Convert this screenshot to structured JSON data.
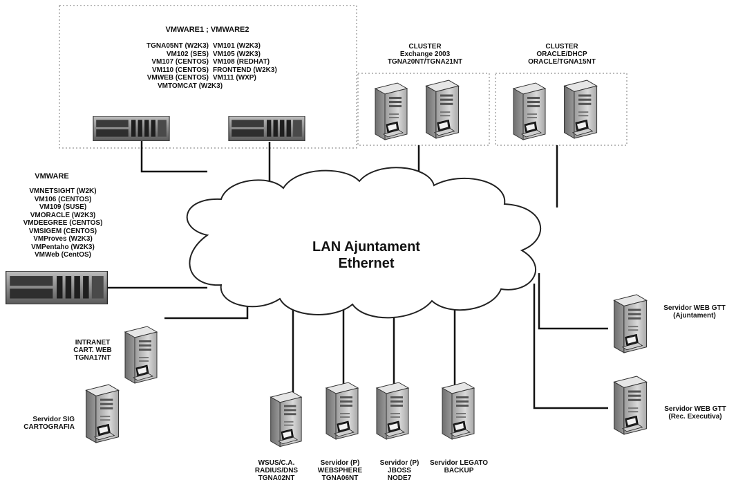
{
  "lan": {
    "line1": "LAN Ajuntament",
    "line2": "Ethernet"
  },
  "vmware12": {
    "title": "VMWARE1 ; VMWARE2",
    "left_col": [
      "TGNA05NT (W2K3)",
      "VM102 (SES)",
      "VM107 (CENTOS)",
      "VM110 (CENTOS)",
      "VMWEB (CENTOS)",
      "VMTOMCAT (W2K3)"
    ],
    "right_col": [
      "VM101 (W2K3)",
      "VM105 (W2K3)",
      "VM108 (REDHAT)",
      "FRONTEND (W2K3)",
      "VM111 (WXP)"
    ]
  },
  "cluster_exchange": {
    "line1": "CLUSTER",
    "line2": "Exchange 2003",
    "line3": "TGNA20NT/TGNA21NT"
  },
  "cluster_oracle": {
    "line1": "CLUSTER",
    "line2": "ORACLE/DHCP",
    "line3": "ORACLE/TGNA15NT"
  },
  "vmware": {
    "title": "VMWARE",
    "items": [
      "VMNETSIGHT (W2K)",
      "VM106 (CENTOS)",
      "VM109 (SUSE)",
      "VMORACLE (W2K3)",
      "VMDEEGREE (CENTOS)",
      "VMSIGEM (CENTOS)",
      "VMProves (W2K3)",
      "VMPentaho (W2K3)",
      "VMWeb (CentOS)"
    ]
  },
  "intranet": {
    "line1": "INTRANET",
    "line2": "CART. WEB",
    "line3": "TGNA17NT"
  },
  "sig": {
    "line1": "Servidor SIG",
    "line2": "CARTOGRAFIA"
  },
  "wsus": {
    "line1": "WSUS/C.A.",
    "line2": "RADIUS/DNS",
    "line3": "TGNA02NT"
  },
  "websphere": {
    "line1": "Servidor (P)",
    "line2": "WEBSPHERE",
    "line3": "TGNA06NT"
  },
  "jboss": {
    "line1": "Servidor (P)",
    "line2": "JBOSS",
    "line3": "NODE7"
  },
  "legato": {
    "line1": "Servidor LEGATO",
    "line2": "BACKUP"
  },
  "web_gtt_aj": {
    "line1": "Servidor WEB GTT",
    "line2": "(Ajuntament)"
  },
  "web_gtt_rec": {
    "line1": "Servidor WEB GTT",
    "line2": "(Rec. Executiva)"
  },
  "icons": [
    "cloud-icon",
    "rack-server-icon",
    "tower-server-icon"
  ]
}
